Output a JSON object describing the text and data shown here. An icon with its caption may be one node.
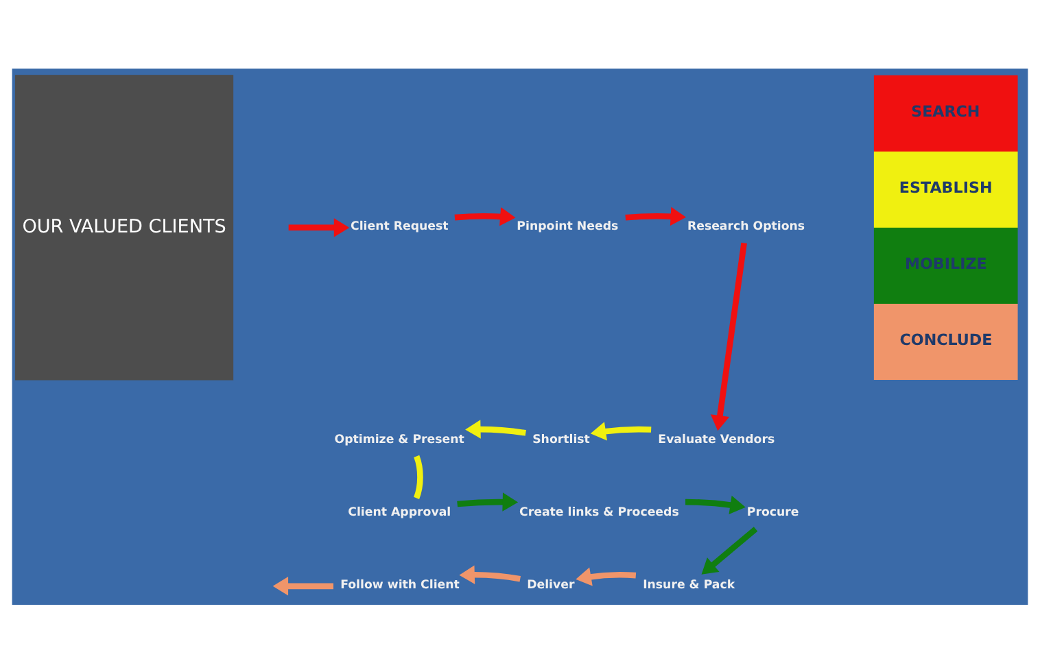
{
  "diagram": {
    "nodes": [
      {
        "text": [
          "OUR VALUED CLIENTS"
        ]
      },
      {
        "text": [
          "Client Request"
        ]
      },
      {
        "text": [
          "Pinpoint Needs"
        ]
      },
      {
        "text": [
          "Research Options"
        ]
      },
      {
        "text": [
          "Evaluate Vendors"
        ]
      },
      {
        "text": [
          "Shortlist"
        ]
      },
      {
        "text": [
          "Optimize & Present"
        ]
      },
      {
        "text": [
          "Client Approval"
        ]
      },
      {
        "text": [
          "Create links & Proceeds"
        ]
      },
      {
        "text": [
          "Procure"
        ]
      },
      {
        "text": [
          "Insure & Pack"
        ]
      },
      {
        "text": [
          "Deliver"
        ]
      },
      {
        "text": [
          "Follow with Client"
        ]
      }
    ],
    "edges": [
      {
        "from": null,
        "to": 1,
        "arrow": "to",
        "color": "#f01010"
      },
      {
        "from": 1,
        "to": 2,
        "arrow": "to",
        "color": "#f01010"
      },
      {
        "from": 2,
        "to": 3,
        "arrow": "to",
        "color": "#f01010"
      },
      {
        "from": 3,
        "to": 4,
        "arrow": "to",
        "color": "#f01010"
      },
      {
        "from": 4,
        "to": 5,
        "arrow": "to",
        "color": "#f0f010"
      },
      {
        "from": 5,
        "to": 6,
        "arrow": "to",
        "color": "#f0f010"
      },
      {
        "from": 6,
        "to": 7,
        "arrow": "none",
        "color": "#f0f010"
      },
      {
        "from": 7,
        "to": 8,
        "arrow": "to",
        "color": "#107e10"
      },
      {
        "from": 8,
        "to": 9,
        "arrow": "to",
        "color": "#107e10"
      },
      {
        "from": 9,
        "to": 10,
        "arrow": "to",
        "color": "#107e10"
      },
      {
        "from": 10,
        "to": 11,
        "arrow": "to",
        "color": "#f0956a"
      },
      {
        "from": 11,
        "to": 12,
        "arrow": "to",
        "color": "#f0956a"
      },
      {
        "from": 12,
        "to": null,
        "arrow": "to",
        "color": "#f0956a"
      }
    ],
    "legend": [
      {
        "text": "SEARCH",
        "color": "#f01010"
      },
      {
        "text": "ESTABLISH",
        "color": "#f0f010"
      },
      {
        "text": "MOBILIZE",
        "color": "#107e10"
      },
      {
        "text": "CONCLUDE",
        "color": "#f0956a"
      }
    ]
  }
}
